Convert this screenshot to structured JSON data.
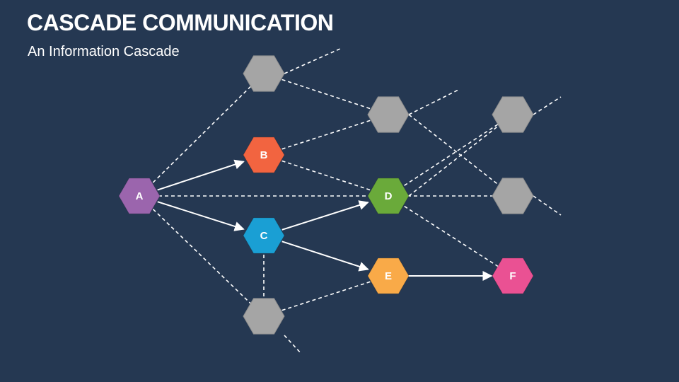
{
  "title": "CASCADE COMMUNICATION",
  "subtitle": "An Information Cascade",
  "colors": {
    "background": "#253852",
    "line": "#ffffff",
    "inactive_node": "#a5a5a5"
  },
  "nodes": [
    {
      "id": "A",
      "label": "A",
      "color": "#9b65ad"
    },
    {
      "id": "B",
      "label": "B",
      "color": "#f26440"
    },
    {
      "id": "C",
      "label": "C",
      "color": "#1a9fd4"
    },
    {
      "id": "D",
      "label": "D",
      "color": "#6aaa3a"
    },
    {
      "id": "E",
      "label": "E",
      "color": "#f9aa48"
    },
    {
      "id": "F",
      "label": "F",
      "color": "#ea5193"
    },
    {
      "id": "G1",
      "label": "",
      "color": "#a5a5a5"
    },
    {
      "id": "G2",
      "label": "",
      "color": "#a5a5a5"
    },
    {
      "id": "G3",
      "label": "",
      "color": "#a5a5a5"
    },
    {
      "id": "G4",
      "label": "",
      "color": "#a5a5a5"
    },
    {
      "id": "G5",
      "label": "",
      "color": "#a5a5a5"
    }
  ],
  "connections": [
    {
      "from": "A",
      "to": "B",
      "style": "arrow"
    },
    {
      "from": "A",
      "to": "C",
      "style": "arrow"
    },
    {
      "from": "C",
      "to": "D",
      "style": "arrow"
    },
    {
      "from": "C",
      "to": "E",
      "style": "arrow"
    },
    {
      "from": "E",
      "to": "F",
      "style": "arrow"
    },
    {
      "from": "A",
      "to": "D",
      "style": "dashed"
    },
    {
      "from": "A",
      "to": "G1",
      "style": "dashed"
    },
    {
      "from": "A",
      "to": "G5",
      "style": "dashed"
    },
    {
      "from": "G1",
      "to": "G2",
      "style": "dashed"
    },
    {
      "from": "B",
      "to": "G2",
      "style": "dashed"
    },
    {
      "from": "B",
      "to": "D",
      "style": "dashed"
    },
    {
      "from": "D",
      "to": "G3",
      "style": "dashed"
    },
    {
      "from": "D",
      "to": "G4",
      "style": "dashed"
    },
    {
      "from": "D",
      "to": "F",
      "style": "dashed"
    },
    {
      "from": "C",
      "to": "G5",
      "style": "dashed"
    },
    {
      "from": "G5",
      "to": "E",
      "style": "dashed"
    }
  ]
}
